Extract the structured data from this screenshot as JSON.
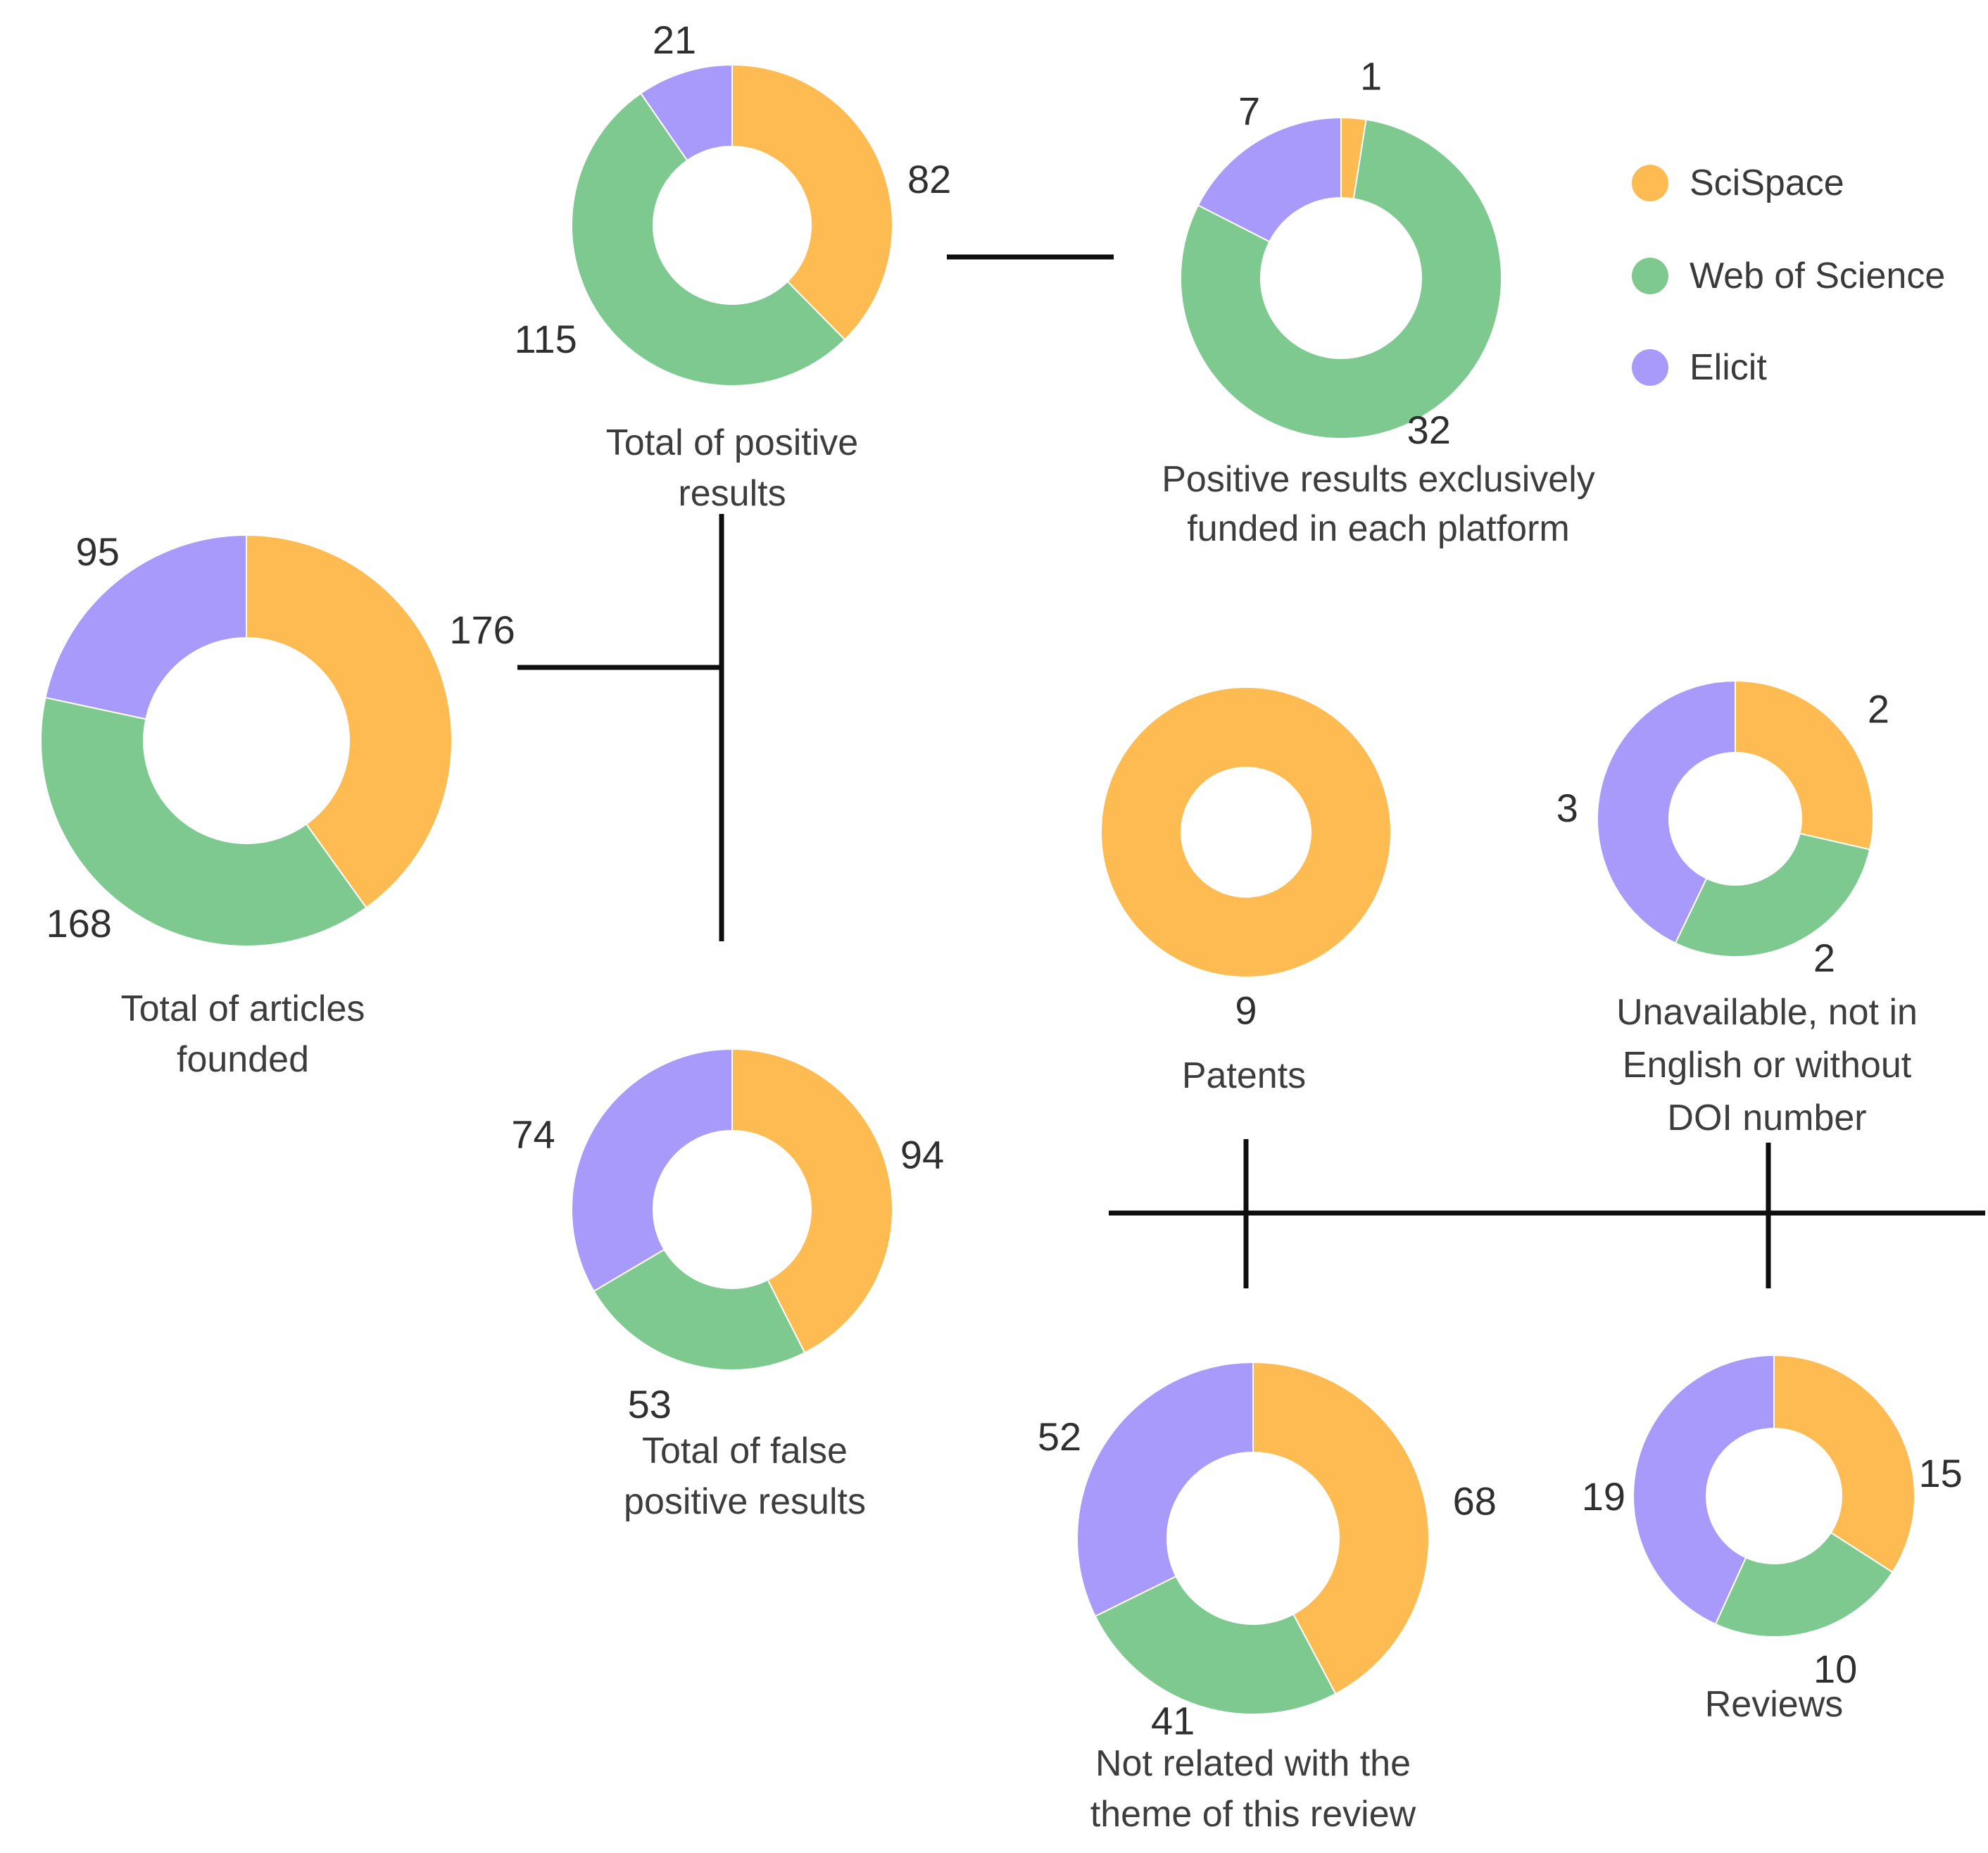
{
  "figure": {
    "description": "Flow diagram of donut charts for a literature search across three platforms",
    "background": "#ffffff"
  },
  "colors": {
    "scispace": "#FDBB52",
    "wos": "#7DC98F",
    "elicit": "#A79AFB",
    "connector": "#0e0e0e",
    "number_text": "#2f2f2f",
    "title_text": "#3d3d3d"
  },
  "legend": {
    "position": "top-right",
    "items": [
      {
        "key": "scispace",
        "label": "SciSpace"
      },
      {
        "key": "wos",
        "label": "Web of Science"
      },
      {
        "key": "elicit",
        "label": "Elicit"
      }
    ]
  },
  "chart_data": {
    "type": "pie",
    "subtype": "donut-multiples",
    "grid": false,
    "legend_position": "top-right",
    "series_keys": [
      "scispace",
      "wos",
      "elicit"
    ],
    "series_labels": [
      "SciSpace",
      "Web of Science",
      "Elicit"
    ],
    "charts": [
      {
        "id": "total_positive",
        "title": "Total of positive\nresults",
        "values": {
          "scispace": 82,
          "wos": 115,
          "elicit": 21
        }
      },
      {
        "id": "exclusive_positive",
        "title": "Positive results exclusively\nfunded in each platform",
        "values": {
          "scispace": 1,
          "wos": 32,
          "elicit": 7
        }
      },
      {
        "id": "total_articles",
        "title": "Total of articles\nfounded",
        "values": {
          "scispace": 176,
          "wos": 168,
          "elicit": 95
        }
      },
      {
        "id": "false_positive",
        "title": "Total of false\npositive results",
        "values": {
          "scispace": 94,
          "wos": 53,
          "elicit": 74
        }
      },
      {
        "id": "patents",
        "title": "Patents",
        "values": {
          "scispace": 9
        }
      },
      {
        "id": "unavailable",
        "title": "Unavailable, not in\nEnglish or without\nDOI number",
        "values": {
          "scispace": 2,
          "wos": 2,
          "elicit": 3
        }
      },
      {
        "id": "not_related",
        "title": "Not related with the\ntheme of this review",
        "values": {
          "scispace": 68,
          "wos": 41,
          "elicit": 52
        }
      },
      {
        "id": "reviews",
        "title": "Reviews",
        "values": {
          "scispace": 15,
          "wos": 10,
          "elicit": 19
        }
      }
    ]
  }
}
